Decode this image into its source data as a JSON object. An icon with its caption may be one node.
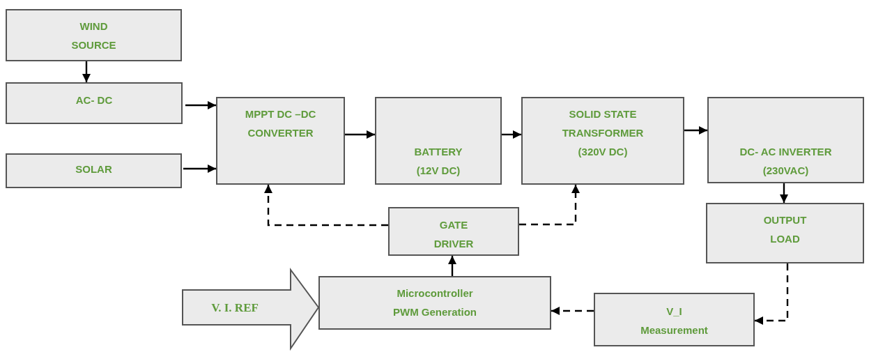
{
  "diagram": {
    "nodes": [
      {
        "text": [
          "WIND SOURCE"
        ]
      },
      {
        "text": [
          "AC- DC"
        ]
      },
      {
        "text": [
          "SOLAR"
        ]
      },
      {
        "text": [
          "MPPT DC –DC CONVERTER"
        ]
      },
      {
        "text": [
          "BATTERY (12V DC)"
        ]
      },
      {
        "text": [
          "SOLID STATE TRANSFORMER (320V DC)"
        ]
      },
      {
        "text": [
          "DC- AC INVERTER (230VAC)"
        ]
      },
      {
        "text": [
          "OUTPUT LOAD"
        ]
      },
      {
        "text": [
          "GATE DRIVER"
        ]
      },
      {
        "text": [
          "Microcontroller PWM Generation"
        ]
      },
      {
        "text": [
          "V_I Measurement"
        ]
      }
    ],
    "edges": [
      {
        "from": 0,
        "to": 1,
        "arrow": "to"
      },
      {
        "from": 1,
        "to": 3,
        "arrow": "to"
      },
      {
        "from": 2,
        "to": 3,
        "arrow": "to"
      },
      {
        "from": 3,
        "to": 4,
        "arrow": "to"
      },
      {
        "from": 4,
        "to": 5,
        "arrow": "to"
      },
      {
        "from": 5,
        "to": 6,
        "arrow": "to"
      },
      {
        "from": 6,
        "to": 7,
        "arrow": "to"
      },
      {
        "from": 8,
        "to": 3,
        "arrow": "to",
        "style": "dashed"
      },
      {
        "from": 8,
        "to": 5,
        "arrow": "to",
        "style": "dashed"
      },
      {
        "from": 9,
        "to": 8,
        "arrow": "to"
      },
      {
        "from": 7,
        "to": 10,
        "arrow": "to",
        "style": "dashed"
      },
      {
        "from": 10,
        "to": 9,
        "arrow": "to",
        "style": "dashed"
      },
      {
        "from": null,
        "to": 9,
        "arrow": "to",
        "style": "thick",
        "label": "V. I. REF"
      }
    ]
  }
}
